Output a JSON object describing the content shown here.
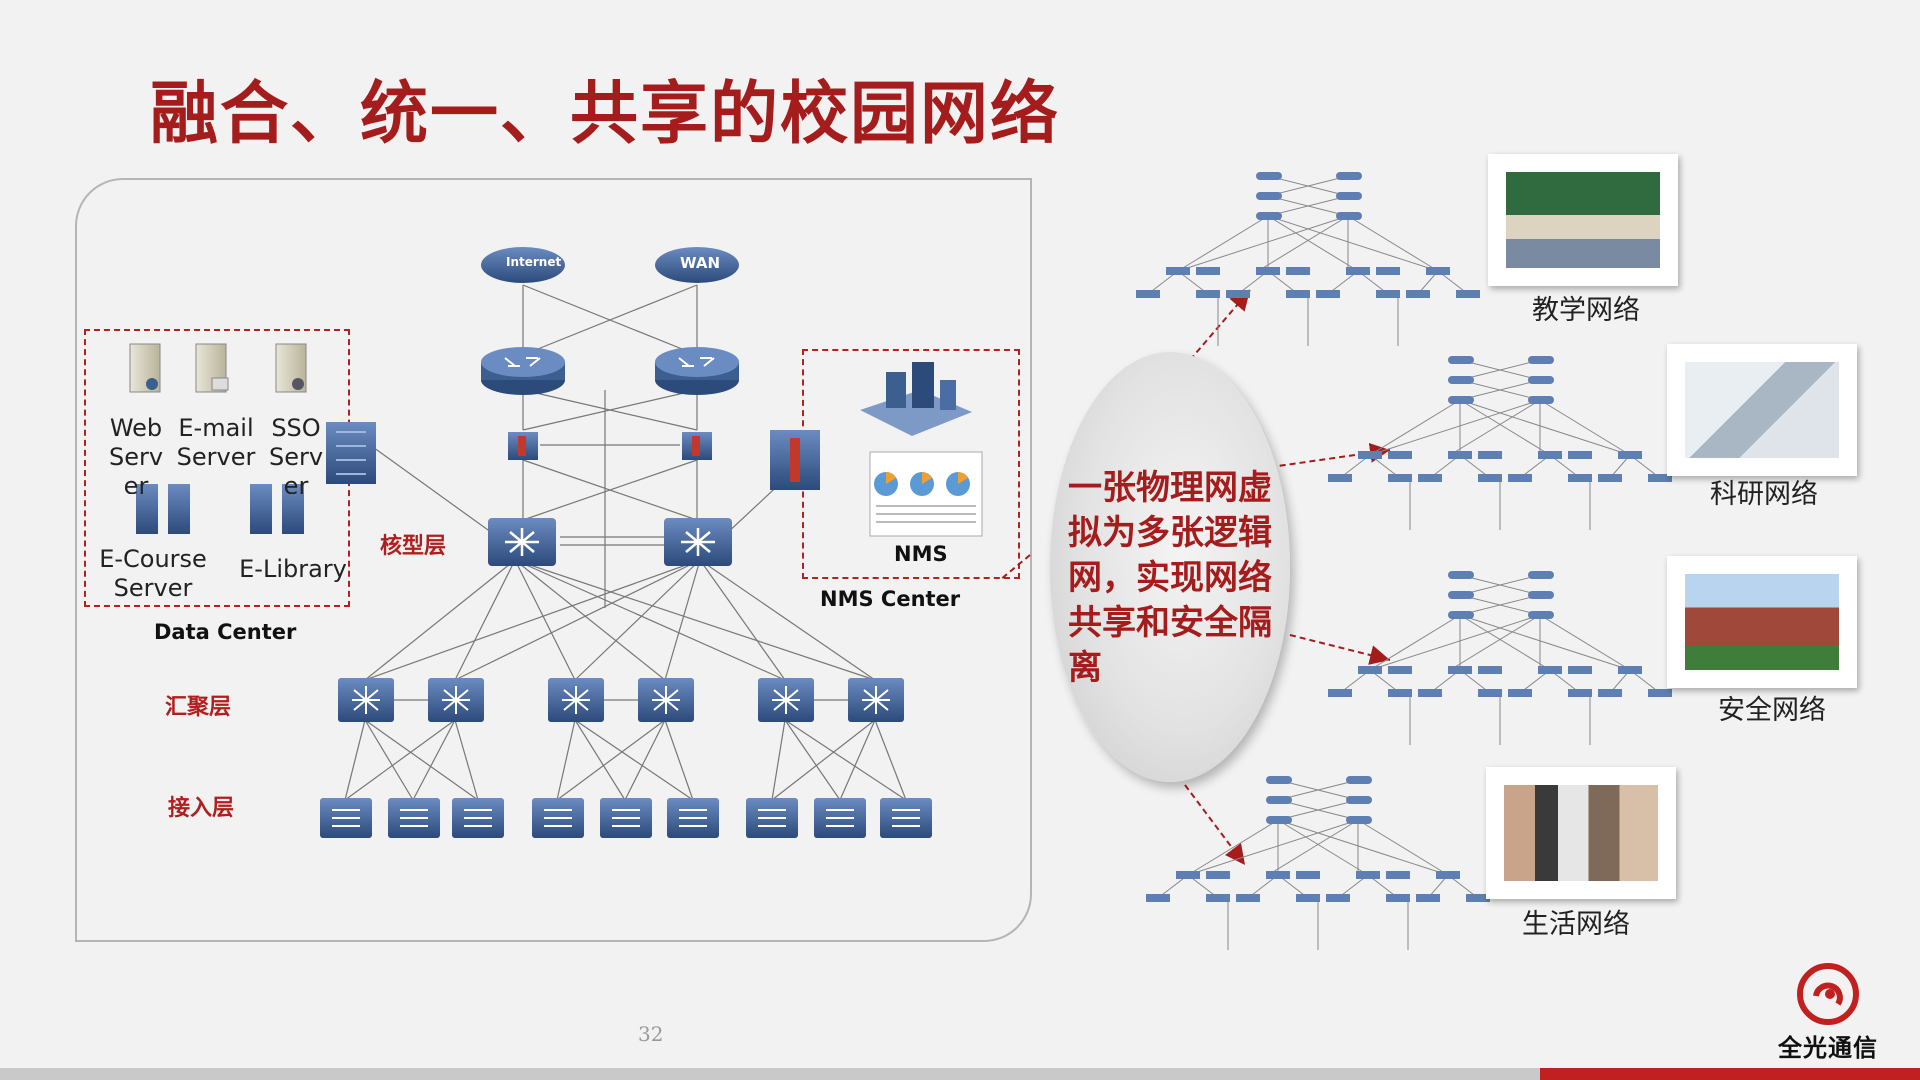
{
  "title": "融合、统一、共享的校园网络",
  "data_center": {
    "servers": [
      {
        "label": "Web\nServ\ner"
      },
      {
        "label": "E-mail\nServer"
      },
      {
        "label": "SSO\nServ\ner"
      },
      {
        "label": "E-Course\nServer"
      },
      {
        "label": "E-Library"
      }
    ],
    "caption": "Data Center"
  },
  "nodes": {
    "internet": "Internet",
    "wan": "WAN"
  },
  "nms": {
    "label": "NMS",
    "caption": "NMS Center"
  },
  "layers": {
    "core": "核型层",
    "aggregation": "汇聚层",
    "access": "接入层"
  },
  "center_text": "一张物理网虚拟为多张逻辑网，实现网络共享和安全隔离",
  "virtual_networks": [
    {
      "label": "教学网络"
    },
    {
      "label": "科研网络"
    },
    {
      "label": "安全网络"
    },
    {
      "label": "生活网络"
    }
  ],
  "page_number": "32",
  "logo_text": "全光通信",
  "colors": {
    "accent": "#a51c1c",
    "device": "#3b5f8f",
    "dash": "#b22222"
  }
}
